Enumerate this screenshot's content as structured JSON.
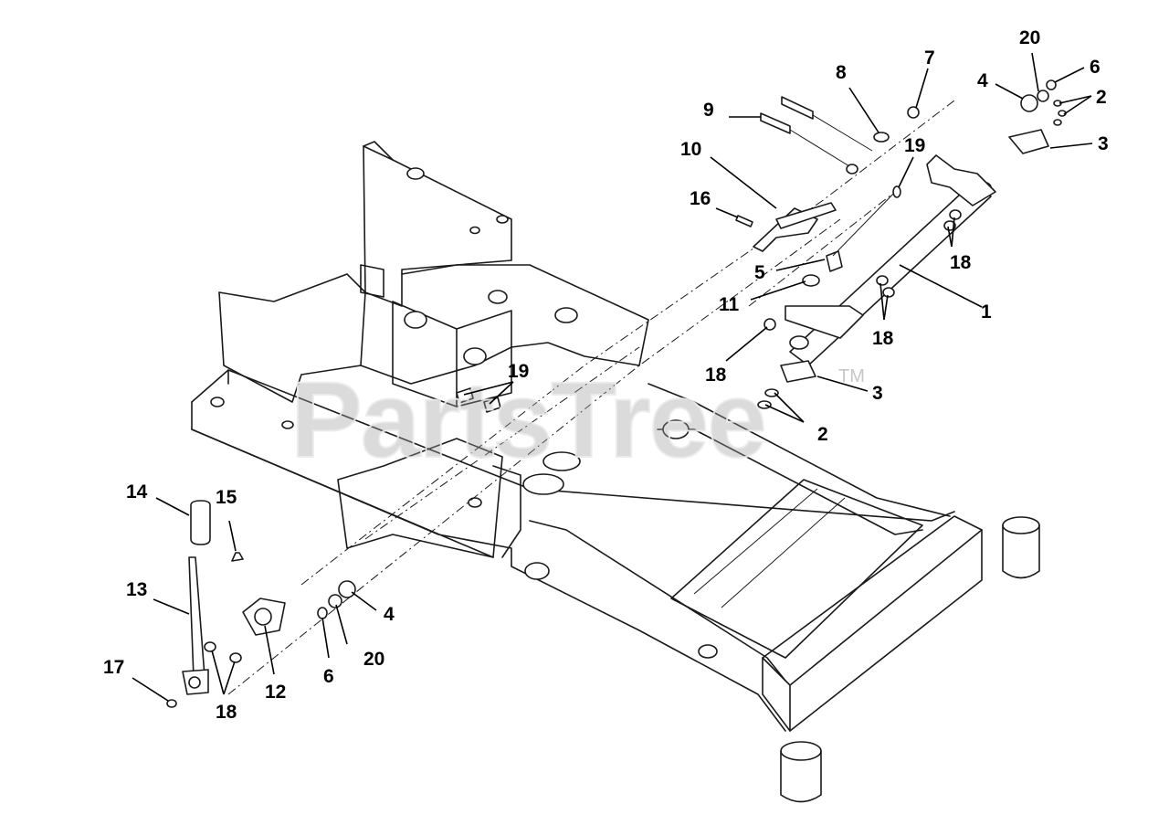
{
  "watermark": {
    "text": "PartsTree",
    "trademark": "TM"
  },
  "callouts": {
    "c1": "1",
    "c2a": "2",
    "c2b": "2",
    "c3a": "3",
    "c3b": "3",
    "c4a": "4",
    "c4b": "4",
    "c5": "5",
    "c6a": "6",
    "c6b": "6",
    "c7": "7",
    "c8": "8",
    "c9": "9",
    "c10": "10",
    "c11": "11",
    "c12": "12",
    "c13": "13",
    "c14": "14",
    "c15": "15",
    "c16": "16",
    "c17": "17",
    "c18a": "18",
    "c18b": "18",
    "c18c": "18",
    "c18d": "18",
    "c19a": "19",
    "c19b": "19",
    "c20a": "20",
    "c20b": "20"
  }
}
